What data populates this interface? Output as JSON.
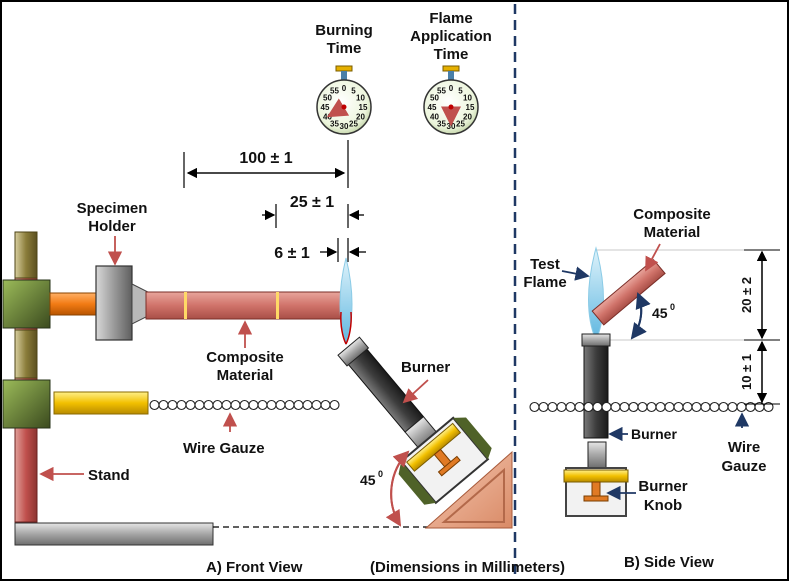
{
  "stopwatches": {
    "burning_title": [
      "Burning",
      "Time"
    ],
    "flame_title": [
      "Flame",
      "Application",
      "Time"
    ],
    "dial_numbers": [
      "55",
      "0",
      "5",
      "10",
      "15",
      "20",
      "25",
      "30",
      "35",
      "40",
      "45",
      "50"
    ]
  },
  "dimensions": {
    "d100": "100 ± 1",
    "d25": "25 ± 1",
    "d6": "6 ± 1",
    "d20": "20 ± 2",
    "d10": "10 ± 1"
  },
  "front_view": {
    "specimen_holder": [
      "Specimen",
      "Holder"
    ],
    "composite_material": [
      "Composite",
      "Material"
    ],
    "burner": "Burner",
    "wire_gauze": "Wire Gauze",
    "stand": "Stand",
    "angle": "45",
    "angle_sup": "0",
    "caption": "A) Front View"
  },
  "side_view": {
    "composite_material": [
      "Composite",
      "Material"
    ],
    "test_flame": [
      "Test",
      "Flame"
    ],
    "angle": "45",
    "angle_sup": "0",
    "burner": "Burner",
    "wire_gauze": [
      "Wire",
      "Gauze"
    ],
    "burner_knob": [
      "Burner",
      "Knob"
    ],
    "caption": "B) Side View"
  },
  "units_caption": "(Dimensions in Millimeters)",
  "colors": {
    "arrow_red": "#c0504d",
    "arrow_blue": "#1f3864",
    "divider": "#1f3864",
    "composite": "#d98a80",
    "stand": "#c0504d",
    "clamp_green": "#4f6228",
    "gold": "#e5b000",
    "flame": "#9fd6ee"
  }
}
